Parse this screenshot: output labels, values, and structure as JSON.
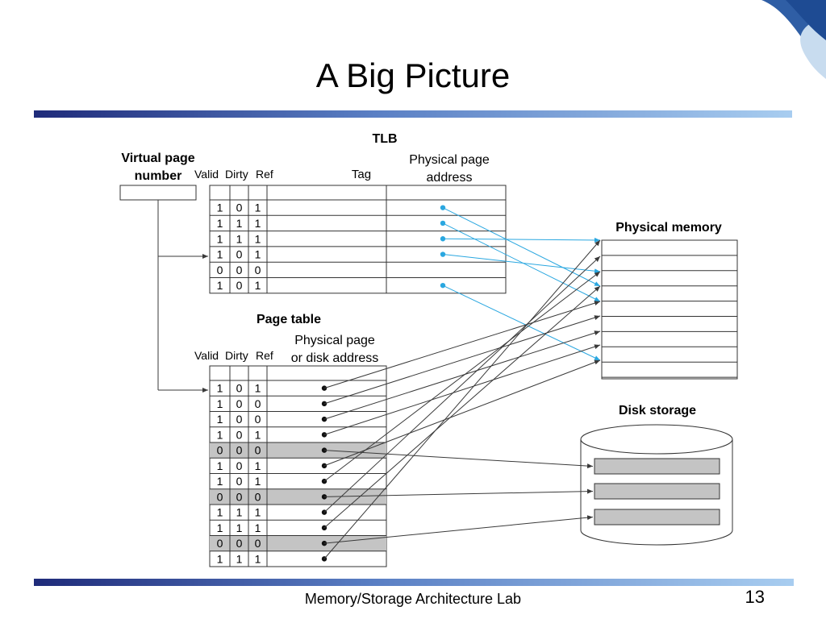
{
  "slide": {
    "title": "A Big Picture",
    "footer": "Memory/Storage Architecture Lab",
    "page_number": "13"
  },
  "colors": {
    "tlb_arrow": "#2aa7e0",
    "page_table_arrow": "#3a3a3a",
    "highlight_row": "#c4c4c4",
    "bar_dark": "#1f2b7a",
    "bar_light": "#a8cdf0"
  },
  "diagram": {
    "virtual_page_label_1": "Virtual page",
    "virtual_page_label_2": "number",
    "tlb": {
      "title": "TLB",
      "col_valid": "Valid",
      "col_dirty": "Dirty",
      "col_ref": "Ref",
      "col_tag": "Tag",
      "col_phys_1": "Physical page",
      "col_phys_2": "address",
      "rows": [
        {
          "valid": "1",
          "dirty": "0",
          "ref": "1",
          "has_pointer": true
        },
        {
          "valid": "1",
          "dirty": "1",
          "ref": "1",
          "has_pointer": true
        },
        {
          "valid": "1",
          "dirty": "1",
          "ref": "1",
          "has_pointer": true
        },
        {
          "valid": "1",
          "dirty": "0",
          "ref": "1",
          "has_pointer": true
        },
        {
          "valid": "0",
          "dirty": "0",
          "ref": "0",
          "has_pointer": false
        },
        {
          "valid": "1",
          "dirty": "0",
          "ref": "1",
          "has_pointer": true
        }
      ]
    },
    "page_table": {
      "title": "Page table",
      "col_valid": "Valid",
      "col_dirty": "Dirty",
      "col_ref": "Ref",
      "col_phys_1": "Physical page",
      "col_phys_2": "or disk address",
      "rows": [
        {
          "valid": "1",
          "dirty": "0",
          "ref": "1",
          "highlight": false
        },
        {
          "valid": "1",
          "dirty": "0",
          "ref": "0",
          "highlight": false
        },
        {
          "valid": "1",
          "dirty": "0",
          "ref": "0",
          "highlight": false
        },
        {
          "valid": "1",
          "dirty": "0",
          "ref": "1",
          "highlight": false
        },
        {
          "valid": "0",
          "dirty": "0",
          "ref": "0",
          "highlight": true
        },
        {
          "valid": "1",
          "dirty": "0",
          "ref": "1",
          "highlight": false
        },
        {
          "valid": "1",
          "dirty": "0",
          "ref": "1",
          "highlight": false
        },
        {
          "valid": "0",
          "dirty": "0",
          "ref": "0",
          "highlight": true
        },
        {
          "valid": "1",
          "dirty": "1",
          "ref": "1",
          "highlight": false
        },
        {
          "valid": "1",
          "dirty": "1",
          "ref": "1",
          "highlight": false
        },
        {
          "valid": "0",
          "dirty": "0",
          "ref": "0",
          "highlight": true
        },
        {
          "valid": "1",
          "dirty": "1",
          "ref": "1",
          "highlight": false
        }
      ]
    },
    "physical_memory": {
      "title": "Physical memory",
      "slot_count": 9
    },
    "disk_storage": {
      "title": "Disk storage",
      "block_count": 3
    }
  }
}
